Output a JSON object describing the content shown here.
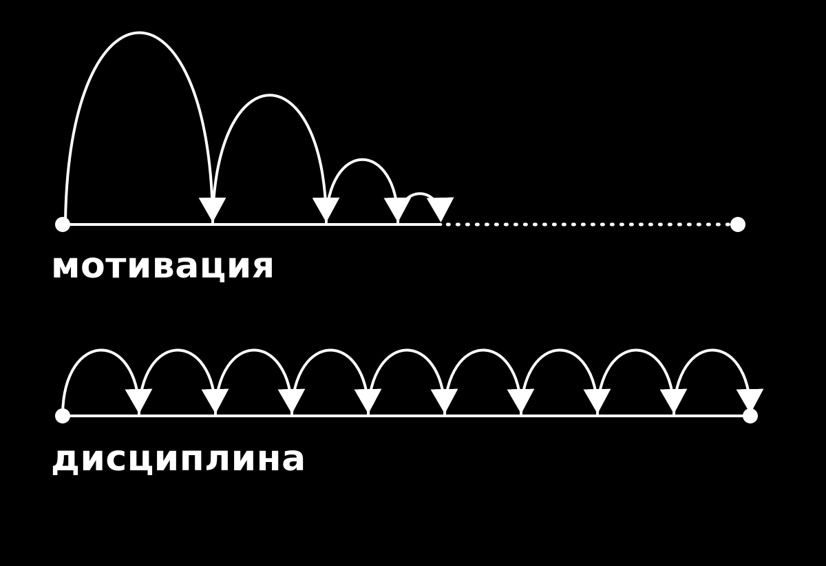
{
  "diagram": {
    "colors": {
      "background": "#000000",
      "stroke": "#ffffff"
    },
    "motivation": {
      "label": "мотивация",
      "jump_heights": [
        1.0,
        0.67,
        0.33,
        0.15
      ],
      "solid_fraction": 0.56,
      "dotted_remainder": true
    },
    "discipline": {
      "label": "дисциплина",
      "jump_count": 9,
      "equal_jumps": true
    }
  }
}
